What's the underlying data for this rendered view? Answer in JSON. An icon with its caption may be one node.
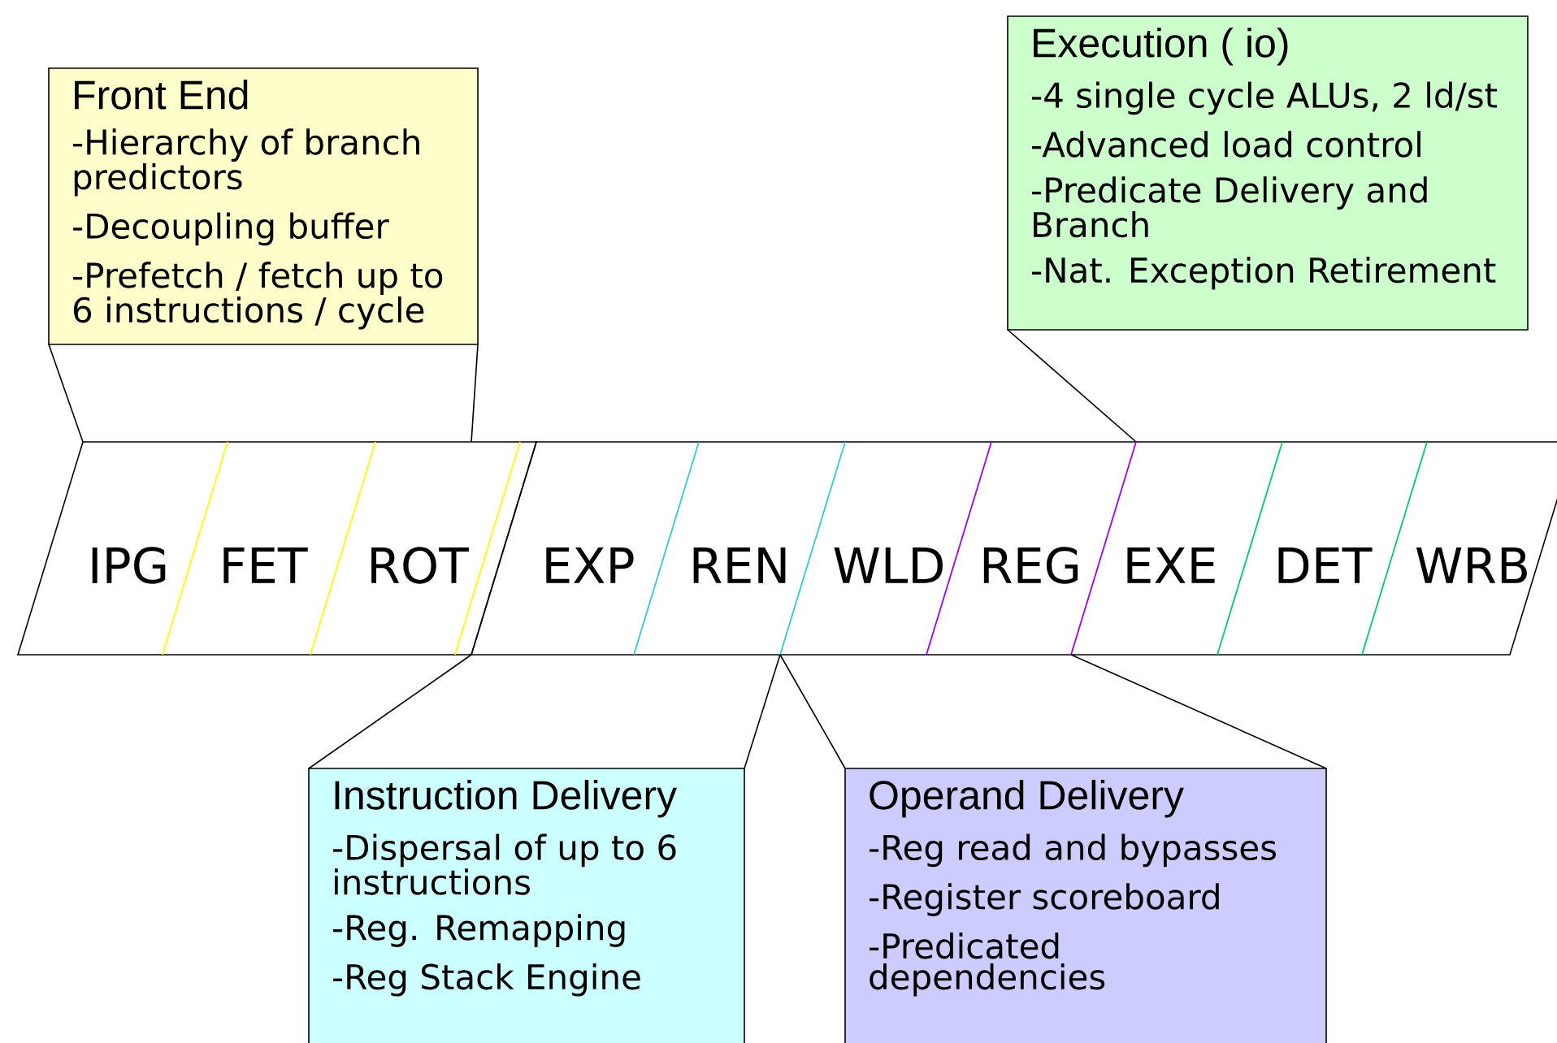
{
  "diagram": {
    "nodes": [
      {
        "text": [
          "IPG",
          "FET",
          "ROT"
        ]
      },
      {
        "text": [
          "EXP",
          "REN",
          "WLD",
          "REG",
          "EXE",
          "DET",
          "WRB"
        ]
      },
      {
        "text": [
          "Front End",
          "-Hierarchy of branch predictors",
          "-Decoupling buffer",
          "-Prefetch / fetch up to 6 instructions / cycle"
        ]
      },
      {
        "text": [
          "Execution ( io)",
          "-4 single cycle ALUs, 2 ld/st",
          "-Advanced load control",
          "-Predicate Delivery and Branch",
          "-Nat. Exception Retirement"
        ]
      },
      {
        "text": [
          "Instruction Delivery",
          "-Dispersal of up to 6 instructions",
          "-Reg. Remapping",
          "-Reg Stack Engine"
        ]
      },
      {
        "text": [
          "Operand Delivery",
          "-Reg read and bypasses",
          "-Register scoreboard",
          "-Predicated dependencies"
        ]
      }
    ],
    "edges": [
      {
        "from": 2,
        "to": 0,
        "arrow": "none"
      },
      {
        "from": 2,
        "to": 0,
        "arrow": "none"
      },
      {
        "from": 3,
        "to": 1,
        "arrow": "none"
      },
      {
        "from": 4,
        "to": 1,
        "arrow": "none"
      },
      {
        "from": 4,
        "to": 1,
        "arrow": "none"
      },
      {
        "from": 5,
        "to": 1,
        "arrow": "none"
      },
      {
        "from": 5,
        "to": 1,
        "arrow": "none"
      }
    ]
  }
}
